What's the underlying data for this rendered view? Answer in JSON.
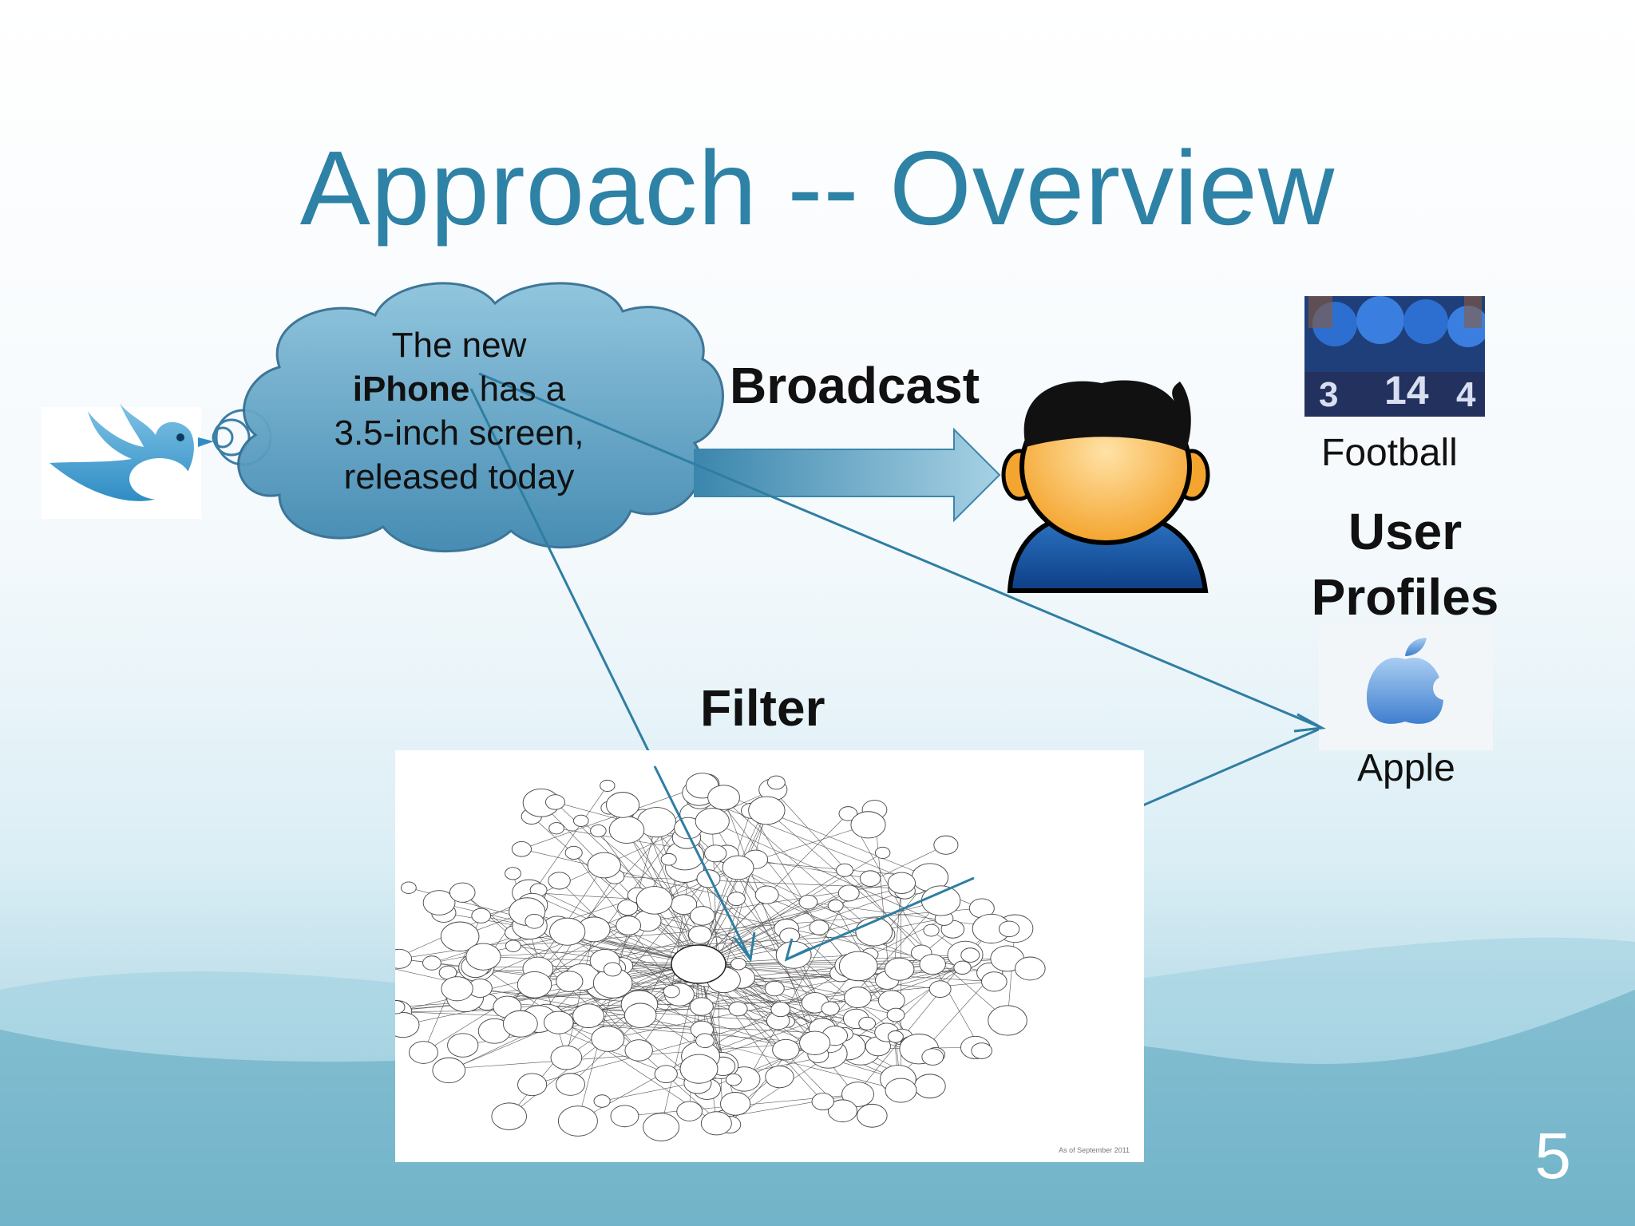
{
  "slide": {
    "title": "Approach -- Overview",
    "number": "5"
  },
  "tweet": {
    "line1": "The new",
    "bold_word": "iPhone",
    "line2_rest": " has a",
    "line3": "3.5-inch screen,",
    "line4": "released today"
  },
  "labels": {
    "broadcast": "Broadcast",
    "filter": "Filter",
    "user_profiles_line1": "User",
    "user_profiles_line2": "Profiles",
    "football": "Football",
    "apple": "Apple"
  },
  "graph_footer": "As of September 2011",
  "icons": [
    "twitter-bird-icon",
    "user-avatar-icon",
    "apple-logo-icon",
    "football-photo",
    "knowledge-graph-image"
  ],
  "colors": {
    "title": "#2d82a6",
    "cloud_fill": "#5ea3c6",
    "arrow": "#2f7ea2"
  }
}
